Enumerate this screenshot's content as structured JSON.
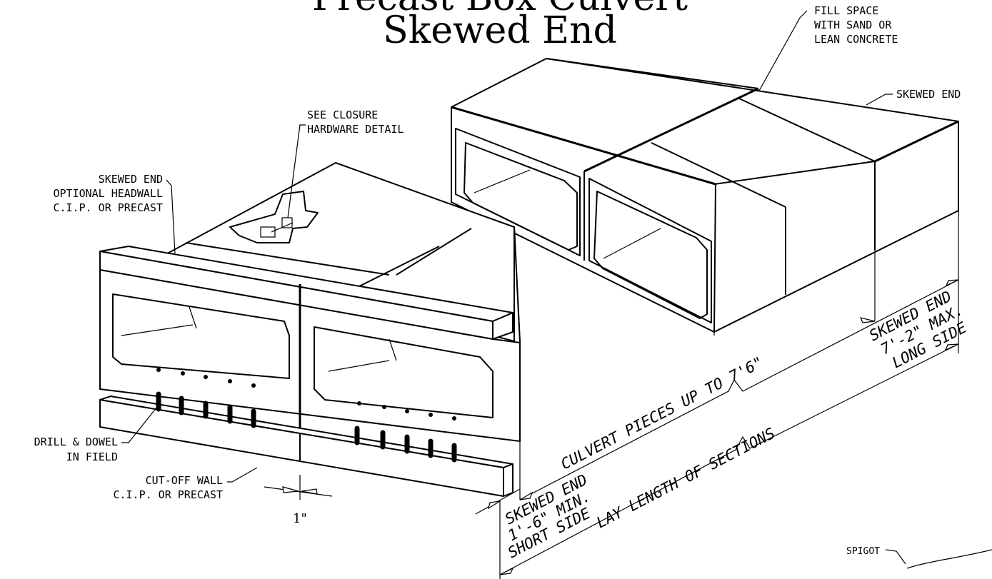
{
  "title": {
    "line1": "Precast Box Culvert",
    "line2": "Skewed End"
  },
  "labels": {
    "fill_space": [
      "FILL SPACE",
      "WITH SAND OR",
      "LEAN CONCRETE"
    ],
    "skewed_end_top": "SKEWED END",
    "closure": [
      "SEE CLOSURE",
      "HARDWARE DETAIL"
    ],
    "headwall": [
      "SKEWED END",
      "OPTIONAL HEADWALL",
      "C.I.P. OR PRECAST"
    ],
    "drill": [
      "DRILL & DOWEL",
      "IN FIELD"
    ],
    "cutoff": [
      "CUT-OFF WALL",
      "C.I.P. OR PRECAST"
    ],
    "gap": "1\"",
    "spigot": "SPIGOT"
  },
  "dimensions": {
    "culvert_pieces": "CULVERT PIECES UP TO 7'6\"",
    "lay_length": "LAY LENGTH OF SECTIONS",
    "long_side": [
      "SKEWED END",
      "7'-2\" MAX.",
      "LONG SIDE"
    ],
    "short_side": [
      "SKEWED END",
      "1'-6\" MIN.",
      "SHORT SIDE"
    ]
  }
}
